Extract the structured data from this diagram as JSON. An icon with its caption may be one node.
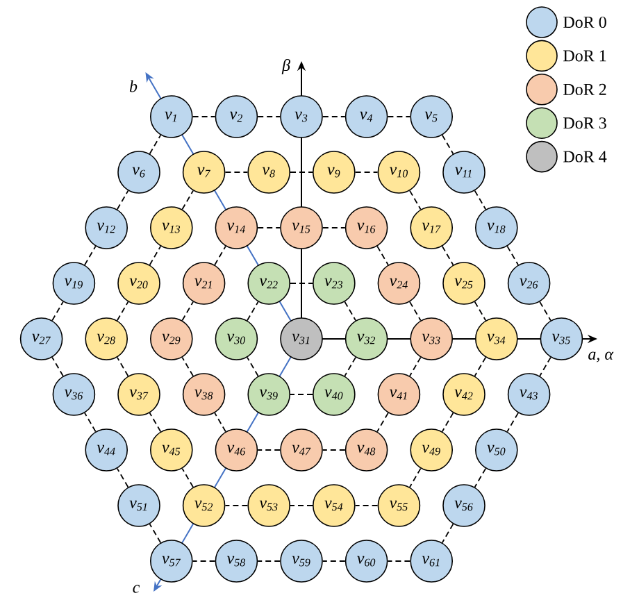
{
  "diagram": {
    "nodes": [
      {
        "text": [
          "v$_{1}$"
        ]
      },
      {
        "text": [
          "v$_{2}$"
        ]
      },
      {
        "text": [
          "v$_{3}$"
        ]
      },
      {
        "text": [
          "v$_{4}$"
        ]
      },
      {
        "text": [
          "v$_{5}$"
        ]
      },
      {
        "text": [
          "v$_{6}$"
        ]
      },
      {
        "text": [
          "v$_{7}$"
        ]
      },
      {
        "text": [
          "v$_{8}$"
        ]
      },
      {
        "text": [
          "v$_{9}$"
        ]
      },
      {
        "text": [
          "v$_{10}$"
        ]
      },
      {
        "text": [
          "v$_{11}$"
        ]
      },
      {
        "text": [
          "v$_{12}$"
        ]
      },
      {
        "text": [
          "v$_{13}$"
        ]
      },
      {
        "text": [
          "v$_{14}$"
        ]
      },
      {
        "text": [
          "v$_{15}$"
        ]
      },
      {
        "text": [
          "v$_{16}$"
        ]
      },
      {
        "text": [
          "v$_{17}$"
        ]
      },
      {
        "text": [
          "v$_{18}$"
        ]
      },
      {
        "text": [
          "v$_{19}$"
        ]
      },
      {
        "text": [
          "v$_{20}$"
        ]
      },
      {
        "text": [
          "v$_{21}$"
        ]
      },
      {
        "text": [
          "v$_{22}$"
        ]
      },
      {
        "text": [
          "v$_{23}$"
        ]
      },
      {
        "text": [
          "v$_{24}$"
        ]
      },
      {
        "text": [
          "v$_{25}$"
        ]
      },
      {
        "text": [
          "v$_{26}$"
        ]
      },
      {
        "text": [
          "v$_{27}$"
        ]
      },
      {
        "text": [
          "v$_{28}$"
        ]
      },
      {
        "text": [
          "v$_{29}$"
        ]
      },
      {
        "text": [
          "v$_{30}$"
        ]
      },
      {
        "text": [
          "v$_{31}$"
        ]
      },
      {
        "text": [
          "v$_{32}$"
        ]
      },
      {
        "text": [
          "v$_{33}$"
        ]
      },
      {
        "text": [
          "v$_{34}$"
        ]
      },
      {
        "text": [
          "v$_{35}$"
        ]
      },
      {
        "text": [
          "v$_{36}$"
        ]
      },
      {
        "text": [
          "v$_{37}$"
        ]
      },
      {
        "text": [
          "v$_{38}$"
        ]
      },
      {
        "text": [
          "v$_{39}$"
        ]
      },
      {
        "text": [
          "v$_{40}$"
        ]
      },
      {
        "text": [
          "v$_{41}$"
        ]
      },
      {
        "text": [
          "v$_{42}$"
        ]
      },
      {
        "text": [
          "v$_{43}$"
        ]
      },
      {
        "text": [
          "v$_{44}$"
        ]
      },
      {
        "text": [
          "v$_{45}$"
        ]
      },
      {
        "text": [
          "v$_{46}$"
        ]
      },
      {
        "text": [
          "v$_{47}$"
        ]
      },
      {
        "text": [
          "v$_{48}$"
        ]
      },
      {
        "text": [
          "v$_{49}$"
        ]
      },
      {
        "text": [
          "v$_{50}$"
        ]
      },
      {
        "text": [
          "v$_{51}$"
        ]
      },
      {
        "text": [
          "v$_{52}$"
        ]
      },
      {
        "text": [
          "v$_{53}$"
        ]
      },
      {
        "text": [
          "v$_{54}$"
        ]
      },
      {
        "text": [
          "v$_{55}$"
        ]
      },
      {
        "text": [
          "v$_{56}$"
        ]
      },
      {
        "text": [
          "v$_{57}$"
        ]
      },
      {
        "text": [
          "v$_{58}$"
        ]
      },
      {
        "text": [
          "v$_{59}$"
        ]
      },
      {
        "text": [
          "v$_{60}$"
        ]
      },
      {
        "text": [
          "v$_{61}$"
        ]
      }
    ],
    "edges": [
      {
        "from": 0,
        "to": 1,
        "arrow": "none",
        "style": "dashed"
      },
      {
        "from": 1,
        "to": 2,
        "arrow": "none",
        "style": "dashed"
      },
      {
        "from": 2,
        "to": 3,
        "arrow": "none",
        "style": "dashed"
      },
      {
        "from": 3,
        "to": 4,
        "arrow": "none",
        "style": "dashed"
      },
      {
        "from": 4,
        "to": 10,
        "arrow": "none",
        "style": "dashed"
      },
      {
        "from": 10,
        "to": 17,
        "arrow": "none",
        "style": "dashed"
      },
      {
        "from": 17,
        "to": 25,
        "arrow": "none",
        "style": "dashed"
      },
      {
        "from": 25,
        "to": 34,
        "arrow": "none",
        "style": "dashed"
      },
      {
        "from": 34,
        "to": 42,
        "arrow": "none",
        "style": "dashed"
      },
      {
        "from": 42,
        "to": 49,
        "arrow": "none",
        "style": "dashed"
      },
      {
        "from": 49,
        "to": 55,
        "arrow": "none",
        "style": "dashed"
      },
      {
        "from": 55,
        "to": 60,
        "arrow": "none",
        "style": "dashed"
      },
      {
        "from": 60,
        "to": 59,
        "arrow": "none",
        "style": "dashed"
      },
      {
        "from": 59,
        "to": 58,
        "arrow": "none",
        "style": "dashed"
      },
      {
        "from": 58,
        "to": 57,
        "arrow": "none",
        "style": "dashed"
      },
      {
        "from": 57,
        "to": 56,
        "arrow": "none",
        "style": "dashed"
      },
      {
        "from": 56,
        "to": 50,
        "arrow": "none",
        "style": "dashed"
      },
      {
        "from": 50,
        "to": 43,
        "arrow": "none",
        "style": "dashed"
      },
      {
        "from": 43,
        "to": 35,
        "arrow": "none",
        "style": "dashed"
      },
      {
        "from": 35,
        "to": 26,
        "arrow": "none",
        "style": "dashed"
      },
      {
        "from": 26,
        "to": 18,
        "arrow": "none",
        "style": "dashed"
      },
      {
        "from": 18,
        "to": 11,
        "arrow": "none",
        "style": "dashed"
      },
      {
        "from": 11,
        "to": 5,
        "arrow": "none",
        "style": "dashed"
      },
      {
        "from": 5,
        "to": 0,
        "arrow": "none",
        "style": "dashed"
      },
      {
        "from": 6,
        "to": 7,
        "arrow": "none",
        "style": "dashed"
      },
      {
        "from": 7,
        "to": 8,
        "arrow": "none",
        "style": "dashed"
      },
      {
        "from": 8,
        "to": 9,
        "arrow": "none",
        "style": "dashed"
      },
      {
        "from": 9,
        "to": 16,
        "arrow": "none",
        "style": "dashed"
      },
      {
        "from": 16,
        "to": 24,
        "arrow": "none",
        "style": "dashed"
      },
      {
        "from": 24,
        "to": 33,
        "arrow": "none",
        "style": "dashed"
      },
      {
        "from": 33,
        "to": 41,
        "arrow": "none",
        "style": "dashed"
      },
      {
        "from": 41,
        "to": 48,
        "arrow": "none",
        "style": "dashed"
      },
      {
        "from": 48,
        "to": 54,
        "arrow": "none",
        "style": "dashed"
      },
      {
        "from": 54,
        "to": 53,
        "arrow": "none",
        "style": "dashed"
      },
      {
        "from": 53,
        "to": 52,
        "arrow": "none",
        "style": "dashed"
      },
      {
        "from": 52,
        "to": 51,
        "arrow": "none",
        "style": "dashed"
      },
      {
        "from": 51,
        "to": 44,
        "arrow": "none",
        "style": "dashed"
      },
      {
        "from": 44,
        "to": 36,
        "arrow": "none",
        "style": "dashed"
      },
      {
        "from": 36,
        "to": 27,
        "arrow": "none",
        "style": "dashed"
      },
      {
        "from": 27,
        "to": 19,
        "arrow": "none",
        "style": "dashed"
      },
      {
        "from": 19,
        "to": 12,
        "arrow": "none",
        "style": "dashed"
      },
      {
        "from": 12,
        "to": 6,
        "arrow": "none",
        "style": "dashed"
      },
      {
        "from": 13,
        "to": 14,
        "arrow": "none",
        "style": "dashed"
      },
      {
        "from": 14,
        "to": 15,
        "arrow": "none",
        "style": "dashed"
      },
      {
        "from": 15,
        "to": 23,
        "arrow": "none",
        "style": "dashed"
      },
      {
        "from": 23,
        "to": 32,
        "arrow": "none",
        "style": "dashed"
      },
      {
        "from": 32,
        "to": 40,
        "arrow": "none",
        "style": "dashed"
      },
      {
        "from": 40,
        "to": 47,
        "arrow": "none",
        "style": "dashed"
      },
      {
        "from": 47,
        "to": 46,
        "arrow": "none",
        "style": "dashed"
      },
      {
        "from": 46,
        "to": 45,
        "arrow": "none",
        "style": "dashed"
      },
      {
        "from": 45,
        "to": 37,
        "arrow": "none",
        "style": "dashed"
      },
      {
        "from": 37,
        "to": 28,
        "arrow": "none",
        "style": "dashed"
      },
      {
        "from": 28,
        "to": 20,
        "arrow": "none",
        "style": "dashed"
      },
      {
        "from": 20,
        "to": 13,
        "arrow": "none",
        "style": "dashed"
      },
      {
        "from": 21,
        "to": 22,
        "arrow": "none",
        "style": "dashed"
      },
      {
        "from": 22,
        "to": 31,
        "arrow": "none",
        "style": "dashed"
      },
      {
        "from": 31,
        "to": 39,
        "arrow": "none",
        "style": "dashed"
      },
      {
        "from": 39,
        "to": 38,
        "arrow": "none",
        "style": "dashed"
      },
      {
        "from": 38,
        "to": 29,
        "arrow": "none",
        "style": "dashed"
      },
      {
        "from": 29,
        "to": 21,
        "arrow": "none",
        "style": "dashed"
      }
    ],
    "labels": [
      "β",
      "b",
      "a, α",
      "c"
    ],
    "legend": [
      {
        "text": "DoR 0",
        "color": "#bdd7ee"
      },
      {
        "text": "DoR 1",
        "color": "#ffe699"
      },
      {
        "text": "DoR 2",
        "color": "#f8cbad"
      },
      {
        "text": "DoR 3",
        "color": "#c5e0b4"
      },
      {
        "text": "DoR 4",
        "color": "#bfbfbf"
      }
    ]
  }
}
